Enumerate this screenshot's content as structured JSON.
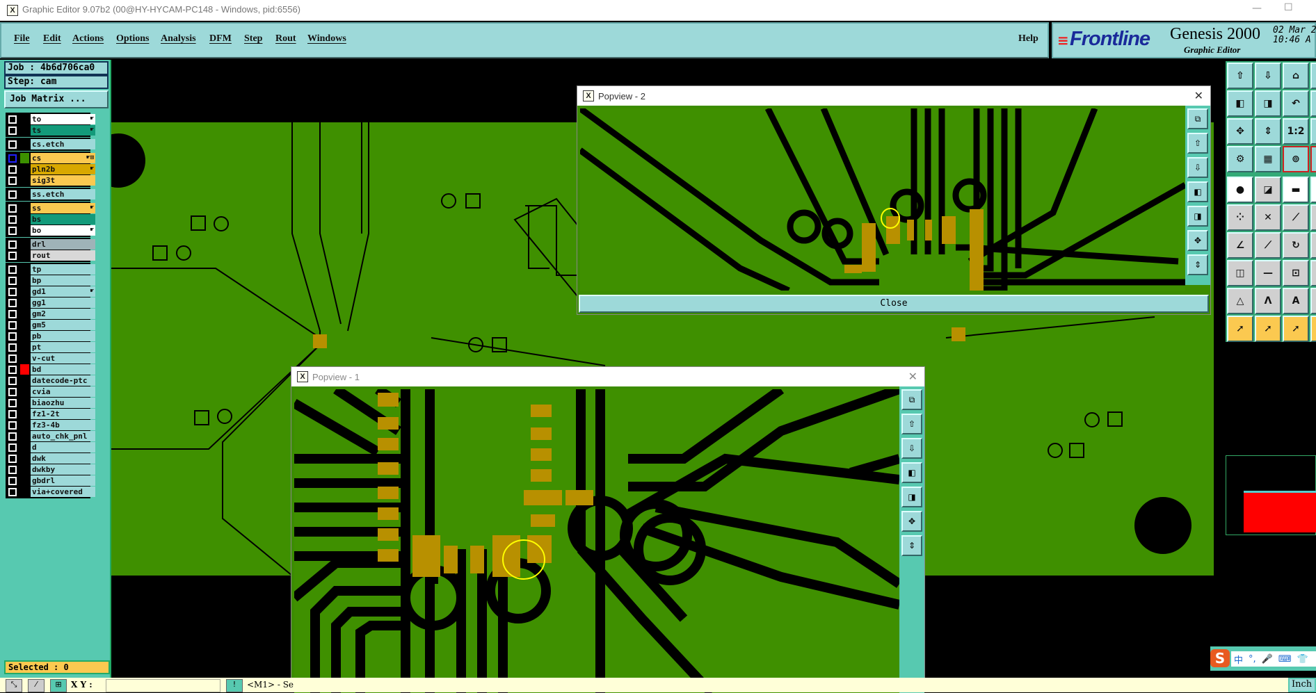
{
  "window": {
    "title": "Graphic Editor 9.07b2 (00@HY-HYCAM-PC148 - Windows, pid:6556)",
    "minimize": "—",
    "maximize": "☐"
  },
  "menu": [
    "File",
    "Edit",
    "Actions",
    "Options",
    "Analysis",
    "DFM",
    "Step",
    "Rout",
    "Windows"
  ],
  "help": "Help",
  "brand": {
    "logo": "Frontline",
    "product": "Genesis 2000",
    "subtitle": "Graphic Editor",
    "date": "02 Mar 2",
    "time": "10:46 A"
  },
  "job": {
    "job_label": "Job : 4b6d706ca0",
    "step_label": "Step: cam",
    "matrix_button": "Job Matrix ..."
  },
  "layers": [
    {
      "group": 0,
      "name": "to",
      "color": "#ffffff",
      "mark": "☛"
    },
    {
      "group": 0,
      "name": "ts",
      "color": "#139a7a",
      "mark": "☛"
    },
    {
      "group": 1,
      "name": "cs.etch",
      "color": "#9dd9d9"
    },
    {
      "group": 2,
      "name": "cs",
      "color": "#fbc950",
      "mark": "☛⊞",
      "work": true,
      "swatch": "#3c9000"
    },
    {
      "group": 2,
      "name": "pln2b",
      "color": "#d8a800",
      "mark": "☛"
    },
    {
      "group": 2,
      "name": "sig3t",
      "color": "#fbc950"
    },
    {
      "group": 3,
      "name": "ss.etch",
      "color": "#9dd9d9"
    },
    {
      "group": 4,
      "name": "ss",
      "color": "#fbc950",
      "mark": "☛"
    },
    {
      "group": 4,
      "name": "bs",
      "color": "#139a7a"
    },
    {
      "group": 4,
      "name": "bo",
      "color": "#ffffff",
      "mark": "☛"
    },
    {
      "group": 5,
      "name": "drl",
      "color": "#9fb3b8"
    },
    {
      "group": 5,
      "name": "rout",
      "color": "#d8d8d8"
    },
    {
      "group": 6,
      "name": "tp",
      "color": "#9dd9d9"
    },
    {
      "group": 6,
      "name": "bp",
      "color": "#9dd9d9"
    },
    {
      "group": 6,
      "name": "gd1",
      "color": "#9dd9d9",
      "mark": "☛"
    },
    {
      "group": 6,
      "name": "gg1",
      "color": "#9dd9d9"
    },
    {
      "group": 6,
      "name": "gm2",
      "color": "#9dd9d9"
    },
    {
      "group": 6,
      "name": "gm5",
      "color": "#9dd9d9"
    },
    {
      "group": 6,
      "name": "pb",
      "color": "#9dd9d9"
    },
    {
      "group": 6,
      "name": "pt",
      "color": "#9dd9d9"
    },
    {
      "group": 6,
      "name": "v-cut",
      "color": "#9dd9d9"
    },
    {
      "group": 6,
      "name": "bd",
      "color": "#9dd9d9",
      "swatch": "#ff0000"
    },
    {
      "group": 6,
      "name": "datecode-ptc",
      "color": "#9dd9d9"
    },
    {
      "group": 6,
      "name": "cvia",
      "color": "#9dd9d9"
    },
    {
      "group": 6,
      "name": "biaozhu",
      "color": "#9dd9d9"
    },
    {
      "group": 6,
      "name": "fz1-2t",
      "color": "#9dd9d9"
    },
    {
      "group": 6,
      "name": "fz3-4b",
      "color": "#9dd9d9"
    },
    {
      "group": 6,
      "name": "auto_chk_pnl",
      "color": "#9dd9d9"
    },
    {
      "group": 6,
      "name": "d",
      "color": "#9dd9d9"
    },
    {
      "group": 6,
      "name": "dwk",
      "color": "#9dd9d9"
    },
    {
      "group": 6,
      "name": "dwkby",
      "color": "#9dd9d9"
    },
    {
      "group": 6,
      "name": "gbdrl",
      "color": "#9dd9d9"
    },
    {
      "group": 6,
      "name": "via+covered",
      "color": "#9dd9d9"
    }
  ],
  "selected": "Selected : 0",
  "popview2": {
    "title": "Popview - 2",
    "close": "Close"
  },
  "popview1": {
    "title": "Popview - 1"
  },
  "toolbar": [
    [
      "⇧",
      "⇩",
      "⌂",
      "▯"
    ],
    [
      "◧",
      "◨",
      "↶",
      "▯"
    ],
    [
      "✥",
      "⇕",
      "1:2",
      "▯"
    ],
    [
      "⚙",
      "▦",
      "⊚",
      "⊚"
    ],
    [
      "●",
      "◪",
      "▬",
      "▯"
    ],
    [
      "⁘",
      "✕",
      "⟋",
      "▯"
    ],
    [
      "∠",
      "⟋",
      "↻",
      "▯"
    ],
    [
      "◫",
      "—",
      "⊡",
      "▯"
    ],
    [
      "△",
      "Λ",
      "A",
      "▯"
    ],
    [
      "➚",
      "➚",
      "➚",
      "▯"
    ]
  ],
  "status": {
    "xy_label": "X Y :",
    "xy_value": "",
    "hint": "<M1> - Se",
    "units": "Inch"
  },
  "ime": {
    "labels": [
      "中",
      "°,",
      "🎤",
      "⌨",
      "👕"
    ]
  },
  "colors": {
    "board": "#3f9000",
    "pad": "#b89000",
    "panel": "#9dd9d9"
  }
}
